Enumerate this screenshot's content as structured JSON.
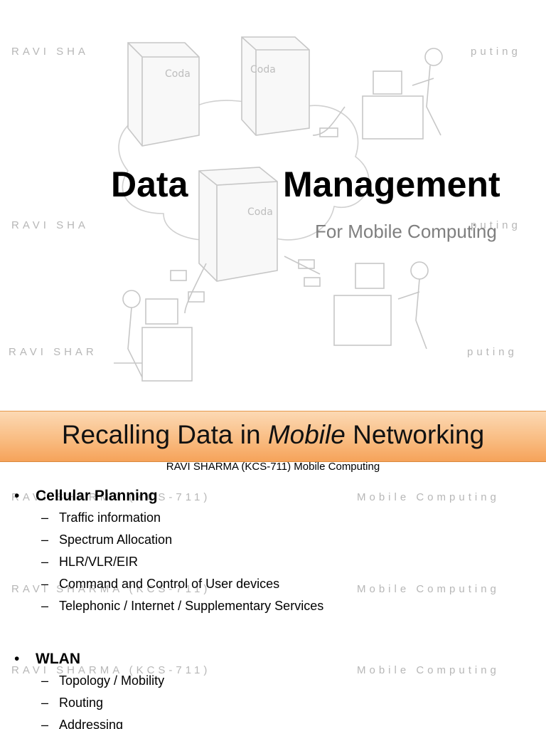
{
  "slide1": {
    "title_left": "Data",
    "title_right": "Management",
    "subtitle": "For Mobile Computing",
    "watermarks": [
      {
        "left": "RAVI SHA",
        "right": "puting"
      },
      {
        "left": "RAVI SHA",
        "right": "puting"
      },
      {
        "left": "RAVI SHAR",
        "right": "puting"
      }
    ],
    "illustration_label": "Coda"
  },
  "slide2": {
    "title_pre": "Recalling Data in ",
    "title_em": "Mobile",
    "title_post": " Networking",
    "footer": "RAVI SHARMA (KCS-711) Mobile Computing",
    "watermarks": [
      {
        "left": "RAVI SHARMA (KCS-711)",
        "right": "Mobile Computing"
      },
      {
        "left": "RAVI SHARMA (KCS-711)",
        "right": "Mobile Computing"
      },
      {
        "left": "RAVI SHARMA (KCS-711)",
        "right": "Mobile Computing"
      }
    ],
    "sections": [
      {
        "heading": "Cellular Planning",
        "items": [
          "Traffic information",
          "Spectrum Allocation",
          "HLR/VLR/EIR",
          "Command and Control of User devices",
          "Telephonic / Internet / Supplementary Services"
        ]
      },
      {
        "heading": "WLAN",
        "items": [
          "Topology / Mobility",
          "Routing",
          "Addressing"
        ]
      }
    ],
    "bullet_glyph": "•",
    "dash_glyph": "–"
  }
}
